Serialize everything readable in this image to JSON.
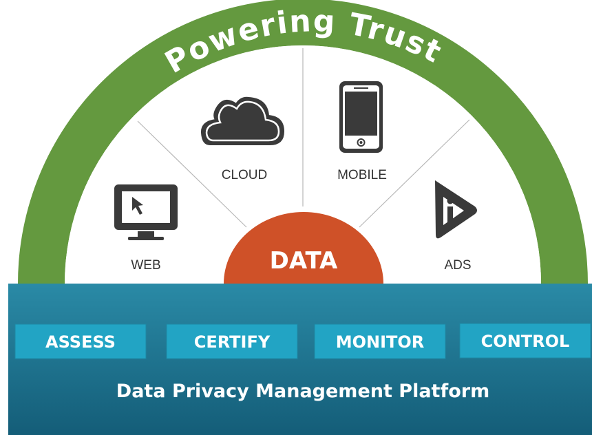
{
  "arc_title": "Powering Trust",
  "channels": [
    {
      "label": "WEB",
      "icon": "monitor-cursor-icon"
    },
    {
      "label": "CLOUD",
      "icon": "cloud-icon"
    },
    {
      "label": "MOBILE",
      "icon": "mobile-phone-icon"
    },
    {
      "label": "ADS",
      "icon": "ads-play-icon"
    }
  ],
  "center": {
    "label": "DATA"
  },
  "platform": {
    "buttons": [
      "ASSESS",
      "CERTIFY",
      "MONITOR",
      "CONTROL"
    ],
    "title": "Data Privacy Management Platform"
  },
  "colors": {
    "ring": "#64993f",
    "data": "#cf5128",
    "platform_top": "#2a8aa6",
    "platform_bottom": "#145d78",
    "button": "#22a4c4",
    "icon": "#3a3a3a"
  }
}
